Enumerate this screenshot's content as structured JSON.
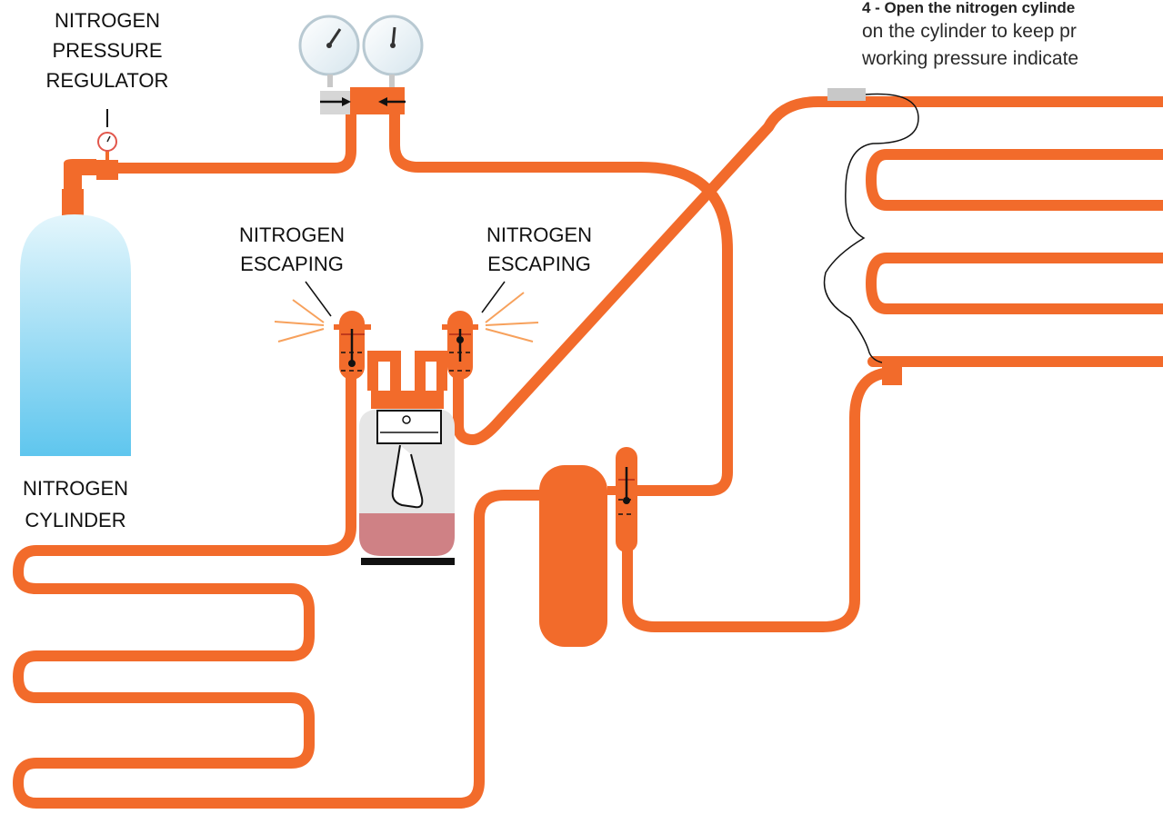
{
  "labels": {
    "regulator": [
      "NITROGEN",
      "PRESSURE",
      "REGULATOR"
    ],
    "escaping_left": [
      "NITROGEN",
      "ESCAPING"
    ],
    "escaping_right": [
      "NITROGEN",
      "ESCAPING"
    ],
    "cylinder": [
      "NITROGEN",
      "CYLINDER"
    ]
  },
  "instruction": {
    "heading": "4 - Open the nitrogen cylinde",
    "line1": "on the cylinder to keep pr",
    "line2": "working pressure indicate"
  },
  "colors": {
    "pipe": "#f26b2b",
    "cylinder_top": "#dff4fb",
    "cylinder_bottom": "#5ec8ef",
    "compressor_body": "#e3e3e3",
    "oil": "#cf8185",
    "escape_lines": "#f7a15c",
    "sensor": "#c8c8c8"
  }
}
